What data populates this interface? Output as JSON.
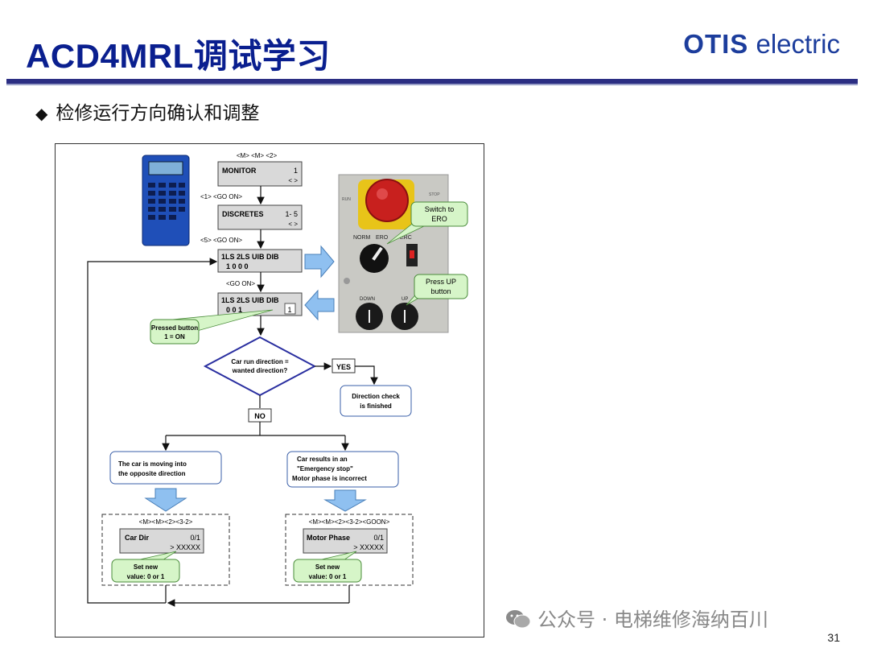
{
  "header": {
    "title": "ACD4MRL调试学习",
    "brand_bold": "OTIS",
    "brand_rest": " electric"
  },
  "bullet": {
    "text": "检修运行方向确认和调整"
  },
  "diagram": {
    "top_keys": "<M> <M> <2>",
    "lcd1": {
      "line1_left": "MONITOR",
      "line1_right": "1",
      "line2": "< >"
    },
    "step1": "<1> <GO ON>",
    "lcd2": {
      "line1_left": "DISCRETES",
      "line1_right": "1- 5",
      "line2": "< >"
    },
    "step2": "<5> <GO ON>",
    "lcd3": {
      "line1": "1LS  2LS  UIB  DIB",
      "line2": "1      0      0      0"
    },
    "step3": "<GO ON>",
    "lcd4": {
      "line1": "1LS  2LS  UIB  DIB",
      "line2": "0      0      1",
      "extra": "1"
    },
    "pressed_callout": [
      "Pressed button",
      "1 = ON"
    ],
    "switch_callout": [
      "Switch to",
      "ERO"
    ],
    "press_callout": [
      "Press UP",
      "button"
    ],
    "panel_labels": {
      "run": "RUN",
      "stop": "STOP",
      "norm": "NORM",
      "ero": "ERO",
      "erc": "ERC",
      "down": "DOWN",
      "up": "UP"
    },
    "decision": [
      "Car run direction =",
      "wanted direction?"
    ],
    "yes": "YES",
    "no": "NO",
    "finished": [
      "Direction check",
      "is finished"
    ],
    "opposite": [
      "The car is moving into",
      "the opposite direction"
    ],
    "emergency": [
      "Car results in an",
      "\"Emergency stop\"",
      "Motor phase is incorrect"
    ],
    "left_keys": "<M><M><2><3-2>",
    "left_lcd": {
      "label": "Car Dir",
      "value": "0/1",
      "line2": ">   XXXXX"
    },
    "left_set": [
      "Set new",
      "value: 0 or 1"
    ],
    "right_keys": "<M><M><2><3-2><GOON>",
    "right_lcd": {
      "label": "Motor Phase",
      "value": "0/1",
      "line2": ">   XXXXX"
    },
    "right_set": [
      "Set new",
      "value: 0 or 1"
    ]
  },
  "watermark": {
    "text": "公众号 · 电梯维修海纳百川"
  },
  "page_number": "31",
  "colors": {
    "title": "#0a1f8f",
    "rule": "#2b2e83",
    "diamond": "#2a2fa0",
    "callout_green": "#d6f5c8",
    "arrow_blue": "#8fc0f0"
  }
}
